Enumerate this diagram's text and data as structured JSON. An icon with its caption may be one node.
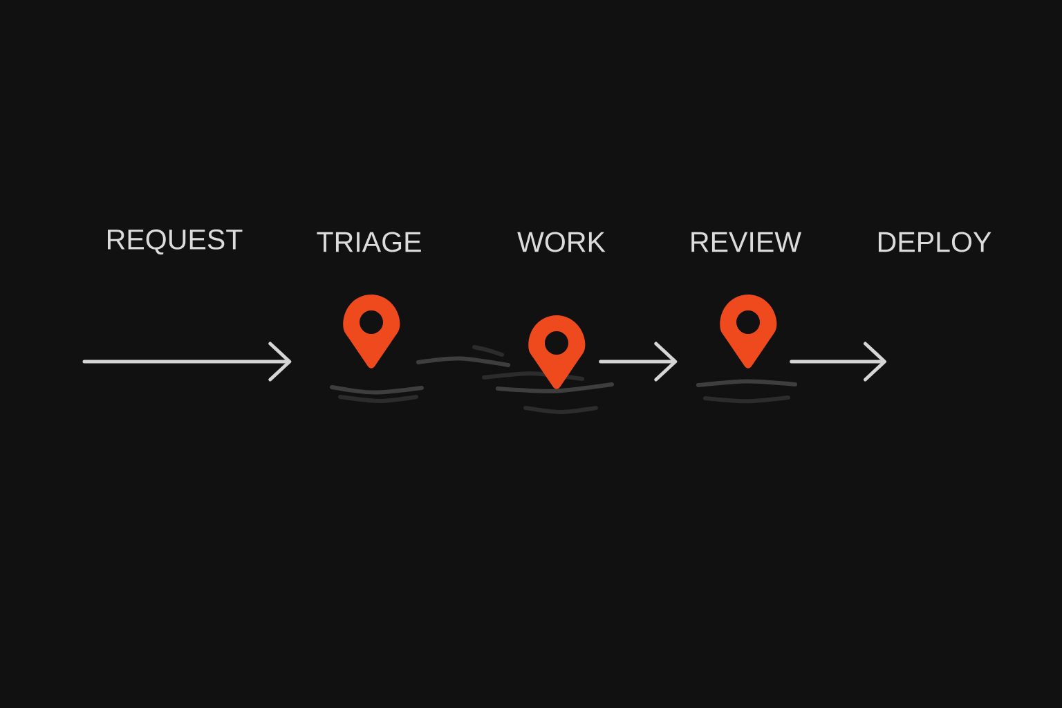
{
  "diagram": {
    "nodes": [
      {
        "text": [],
        "shape": "pin",
        "beside": [
          "TRIAGE"
        ]
      },
      {
        "text": [],
        "shape": "pin",
        "beside": [
          "WORK"
        ]
      },
      {
        "text": [],
        "shape": "pin",
        "beside": [
          "REVIEW"
        ]
      }
    ],
    "edges": [
      {
        "from": null,
        "to": 0,
        "arrow": "to"
      },
      {
        "from": 1,
        "to": 2,
        "arrow": "to"
      },
      {
        "from": 2,
        "to": null,
        "arrow": "to"
      }
    ],
    "labels": [
      "REQUEST",
      "DEPLOY"
    ]
  }
}
